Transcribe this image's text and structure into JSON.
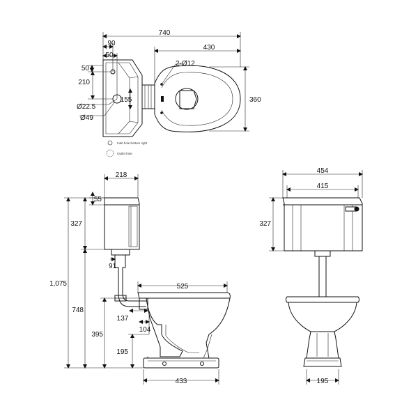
{
  "plan_view": {
    "overall_width": "740",
    "bowl_width": "430",
    "inlet_offset": "90",
    "inlet_inset": "50",
    "top_offset": "50",
    "inlet_to_back": "210",
    "outlet_height": "155",
    "bowl_depth": "360",
    "bolt_holes": "2-Ø12",
    "inlet_hole_dia": "Ø22.5",
    "outlet_hole_dia": "Ø49",
    "legend_inlet": "Inlet hole bottom right",
    "legend_outlet": "Outlet hole"
  },
  "side_view": {
    "cistern_depth": "218",
    "lid_height": "55",
    "cistern_height": "327",
    "pipe_offset": "91",
    "total_height": "1,075",
    "cistern_base_height": "748",
    "bowl_length": "525",
    "outlet_137": "137",
    "outlet_104": "104",
    "outlet_height": "395",
    "seat_base": "195",
    "foot_length": "433"
  },
  "front_view": {
    "cistern_width": "454",
    "cistern_inner_width": "415",
    "cistern_height": "327",
    "pedestal_width": "195"
  }
}
